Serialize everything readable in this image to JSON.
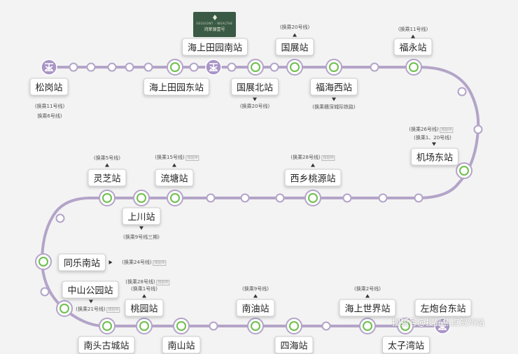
{
  "line_color": "#b3a4c8",
  "station_colors": {
    "interchange_fill": "#ffffff",
    "interchange_ring": "#6cc04a",
    "metro_logo": "#a995c6"
  },
  "logo": {
    "en": "SEGSIONT · WEALTHE",
    "cn": "鸿荣源壹号"
  },
  "stations": {
    "songgang": "松岗站",
    "haishang_tianyuan_nan": "海上田园南站",
    "haishang_tianyuan_dong": "海上田园东站",
    "guozhan_bei": "国展北站",
    "guozhan": "国展站",
    "fuhai_xi": "福海西站",
    "fuyong": "福永站",
    "jichang_dong": "机场东站",
    "xixiang_taoyuan": "西乡桃源站",
    "liutang": "流塘站",
    "lingzhi": "灵芝站",
    "shangchuan": "上川站",
    "tongle_nan": "同乐南站",
    "zhongshan_gongyuan": "中山公园站",
    "taoyuan": "桃园站",
    "nanyou": "南油站",
    "haishang_shijie": "海上世界站",
    "zuopaotai_dong": "左炮台东站",
    "nantou_gucheng": "南头古城站",
    "nanshan": "南山站",
    "sihai": "四海站",
    "taizi_wan": "太子湾站"
  },
  "transfers": {
    "songgang_1": "(换乘11号线)",
    "songgang_2": "换乘6号线)",
    "guozhan_bei": "(换乘20号线)",
    "guozhan": "(换乘20号线)",
    "fuhai_xi": "(换乘穗深城际铁路)",
    "fuyong": "(换乘11号线)",
    "jichang_dong_1": "(换乘26号线)",
    "jichang_dong_2": "(换乘1、20号线)",
    "xixiang_taoyuan": "(换乘28号线)",
    "liutang": "(换乘15号线)",
    "lingzhi": "(换乘5号线)",
    "shangchuan": "(换乘9号线三期)",
    "tongle_nan": "(换乘24号线)",
    "taoyuan_1": "(换乘28号线)",
    "taoyuan_2": "(换乘1号线)",
    "zhongshan_gongyuan": "(换乘21号线)",
    "nanyou": "(换乘9号线)",
    "haishang_shijie": "(换乘2号线)"
  },
  "planning_tag": "规划中",
  "watermark": "搜狐号@搜狐焦点贺州站"
}
